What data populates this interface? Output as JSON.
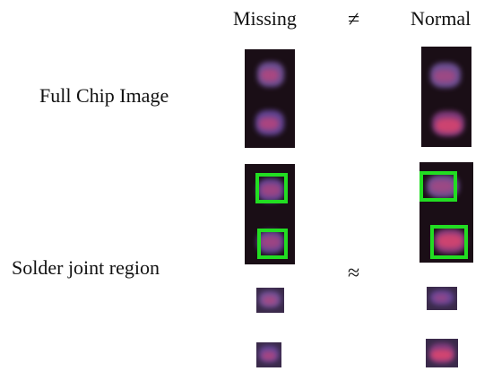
{
  "headers": {
    "missing": "Missing",
    "not_equal": "≠",
    "normal": "Normal",
    "approx_equal": "≈"
  },
  "row_labels": {
    "full_chip": "Full Chip Image",
    "solder_joint": "Solder joint region"
  },
  "colors": {
    "tile_background": "#1a0e16",
    "solder_pink": "#c2457a",
    "solder_purple": "#6a4aa0",
    "bounding_box_green": "#22dd22"
  }
}
